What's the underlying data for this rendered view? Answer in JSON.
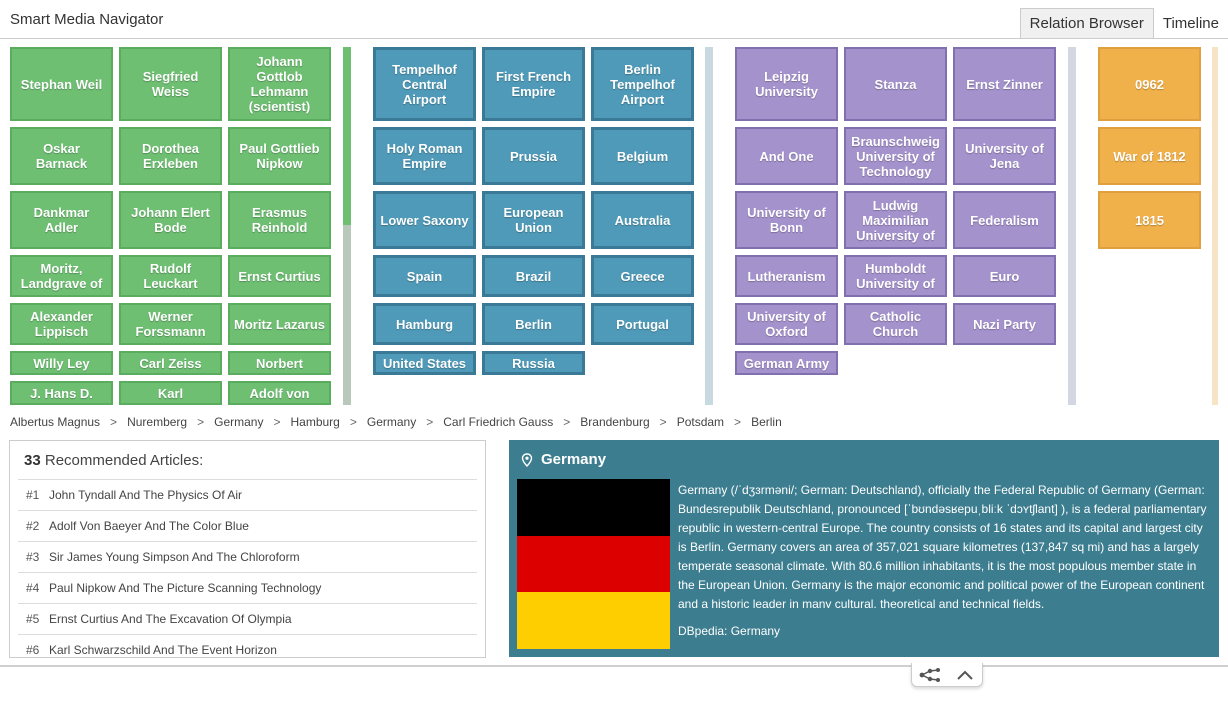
{
  "header": {
    "title": "Smart Media Navigator",
    "tabs": [
      {
        "label": "Relation Browser"
      },
      {
        "label": "Timeline"
      }
    ]
  },
  "tiles": {
    "persons": [
      "Stephan Weil",
      "Siegfried Weiss",
      "Johann Gottlob Lehmann (scientist)",
      "Oskar Barnack",
      "Dorothea Erxleben",
      "Paul Gottlieb Nipkow",
      "Dankmar Adler",
      "Johann Elert Bode",
      "Erasmus Reinhold",
      "Moritz, Landgrave of",
      "Rudolf Leuckart",
      "Ernst Curtius",
      "Alexander Lippisch",
      "Werner Forssmann",
      "Moritz Lazarus",
      "Willy Ley",
      "Carl Zeiss",
      "Norbert",
      "J. Hans D.",
      "Karl",
      "Adolf von"
    ],
    "places": [
      "Tempelhof Central Airport",
      "First French Empire",
      "Berlin Tempelhof Airport",
      "Holy Roman Empire",
      "Prussia",
      "Belgium",
      "Lower Saxony",
      "European Union",
      "Australia",
      "Spain",
      "Brazil",
      "Greece",
      "Hamburg",
      "Berlin",
      "Portugal",
      "United States",
      "Russia"
    ],
    "organizations": [
      "Leipzig University",
      "Stanza",
      "Ernst Zinner",
      "And One",
      "Braunschweig University of Technology",
      "University of Jena",
      "University of Bonn",
      "Ludwig Maximilian University of",
      "Federalism",
      "Lutheranism",
      "Humboldt University of",
      "Euro",
      "University of Oxford",
      "Catholic Church",
      "Nazi Party",
      "German Army"
    ],
    "events": [
      "0962",
      "War of 1812",
      "1815"
    ]
  },
  "breadcrumb": [
    "Albertus Magnus",
    "Nuremberg",
    "Germany",
    "Hamburg",
    "Germany",
    "Carl Friedrich Gauss",
    "Brandenburg",
    "Potsdam",
    "Berlin"
  ],
  "breadcrumb_separator": ">",
  "recommended": {
    "count": "33",
    "label": "Recommended Articles:",
    "items": [
      {
        "num": "#1",
        "title": "John Tyndall And The Physics Of Air"
      },
      {
        "num": "#2",
        "title": "Adolf Von Baeyer And The Color Blue"
      },
      {
        "num": "#3",
        "title": "Sir James Young Simpson And The Chloroform"
      },
      {
        "num": "#4",
        "title": "Paul Nipkow And The Picture Scanning Technology"
      },
      {
        "num": "#5",
        "title": "Ernst Curtius And The Excavation Of Olympia"
      },
      {
        "num": "#6",
        "title": "Karl Schwarzschild And The Event Horizon"
      }
    ]
  },
  "entity": {
    "title": "Germany",
    "description": "Germany (/ˈdʒɜrməni/; German: Deutschland), officially the Federal Republic of Germany (German: Bundesrepublik Deutschland, pronounced [ˈbʊndəsʁepuˌbliːk ˈdɔʏtʃlant] ), is a federal parliamentary republic in western-central Europe. The country consists of 16 states and its capital and largest city is Berlin. Germany covers an area of 357,021 square kilometres (137,847 sq mi) and has a largely temperate seasonal climate. With 80.6 million inhabitants, it is the most populous member state in the European Union. Germany is the major economic and political power of the European continent and a historic leader in many cultural, theoretical and technical fields.",
    "source": "DBpedia: Germany",
    "flag_colors": [
      "#000000",
      "#dd0000",
      "#ffce00"
    ]
  },
  "colors": {
    "persons": "#6fbf73",
    "places": "#4f9ab8",
    "organizations": "#a492cc",
    "events": "#f0b04a",
    "entity_panel": "#3c7d8f"
  },
  "icons": {
    "entity": "map-pin-icon",
    "toolbar": [
      "graph-network-icon",
      "chevron-up-icon"
    ]
  }
}
